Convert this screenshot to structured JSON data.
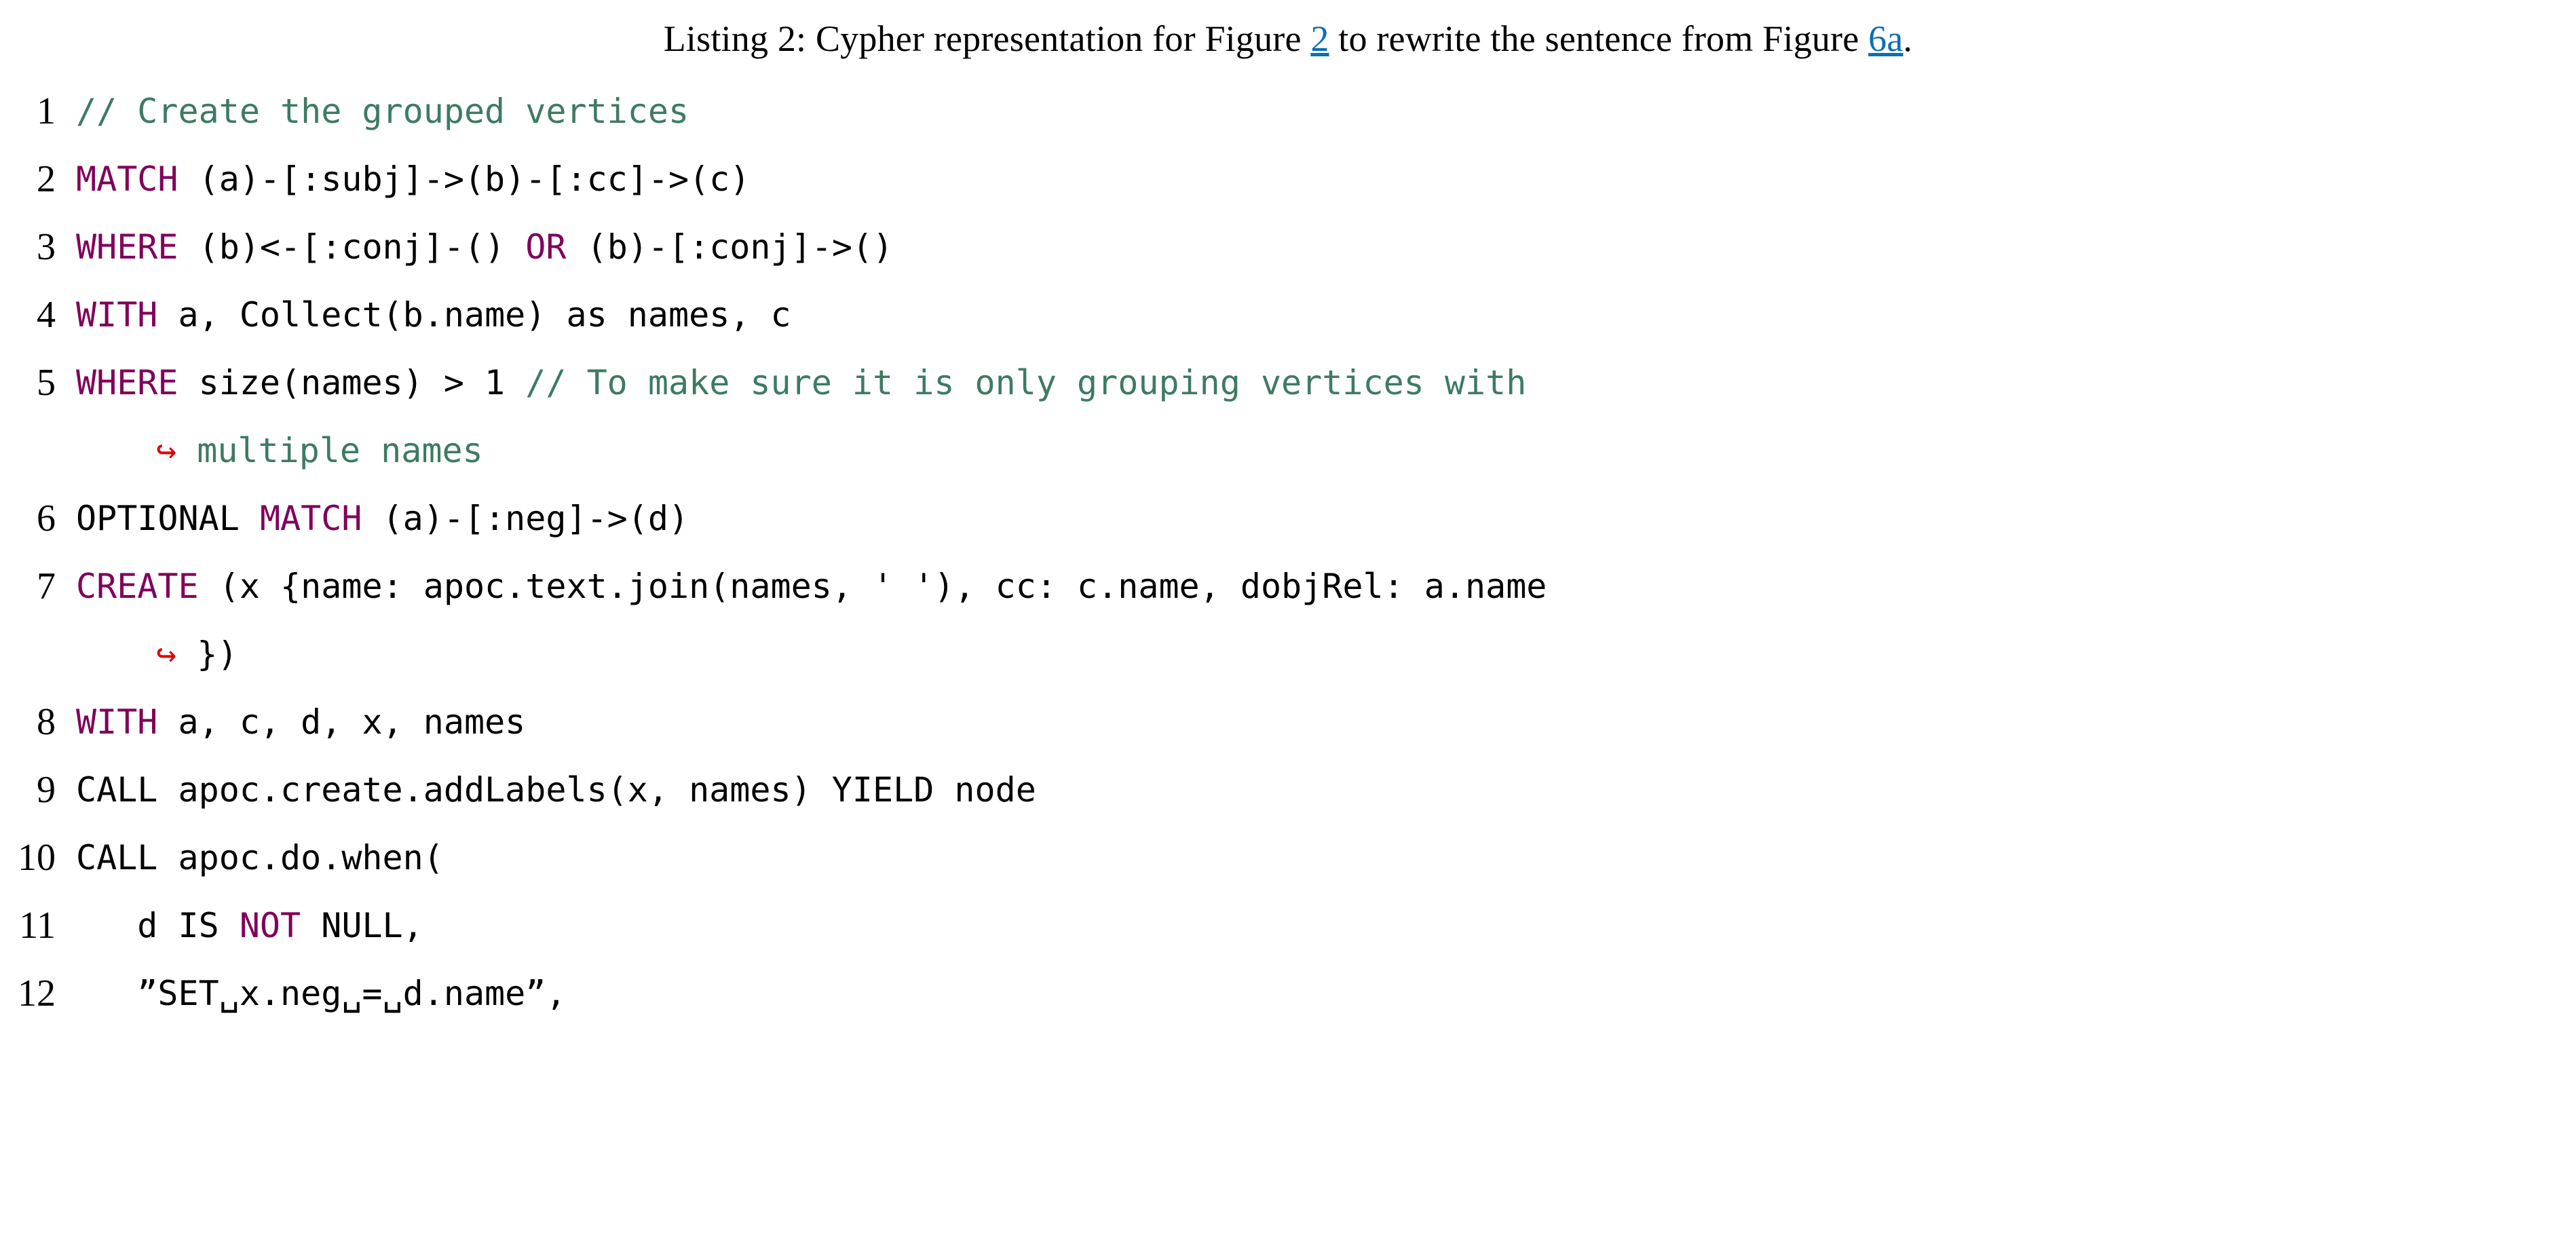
{
  "caption": {
    "prefix": "Listing 2: Cypher representation for Figure ",
    "ref1": "2",
    "middle": " to rewrite the sentence from Figure ",
    "ref2": "6a",
    "suffix": "."
  },
  "colors": {
    "keyword": "#80005A",
    "comment": "#3D7B62",
    "link": "#0B6FB4",
    "wrap_arrow": "#E00000",
    "text": "#000000",
    "background": "#ffffff"
  },
  "listing": {
    "language": "Cypher",
    "lines": [
      {
        "number": "1",
        "tokens": [
          {
            "text": "// Create the grouped vertices",
            "kind": "comment"
          }
        ]
      },
      {
        "number": "2",
        "tokens": [
          {
            "text": "MATCH",
            "kind": "keyword"
          },
          {
            "text": " (a)-[:subj]->(b)-[:cc]->(c)",
            "kind": "plain"
          }
        ]
      },
      {
        "number": "3",
        "tokens": [
          {
            "text": "WHERE",
            "kind": "keyword"
          },
          {
            "text": " (b)<-[:conj]-() ",
            "kind": "plain"
          },
          {
            "text": "OR",
            "kind": "keyword"
          },
          {
            "text": " (b)-[:conj]->()",
            "kind": "plain"
          }
        ]
      },
      {
        "number": "4",
        "tokens": [
          {
            "text": "WITH",
            "kind": "keyword"
          },
          {
            "text": " a, Collect(b.name) as names, c",
            "kind": "plain"
          }
        ]
      },
      {
        "number": "5",
        "tokens": [
          {
            "text": "WHERE",
            "kind": "keyword"
          },
          {
            "text": " size(names) > 1 ",
            "kind": "plain"
          },
          {
            "text": "// To make sure it is only grouping vertices with",
            "kind": "comment"
          }
        ]
      },
      {
        "number": "",
        "wrapped": true,
        "tokens": [
          {
            "text": "↪",
            "kind": "wrap-arrow"
          },
          {
            "text": " multiple names",
            "kind": "comment"
          }
        ]
      },
      {
        "number": "6",
        "tokens": [
          {
            "text": "OPTIONAL ",
            "kind": "plain"
          },
          {
            "text": "MATCH",
            "kind": "keyword"
          },
          {
            "text": " (a)-[:neg]->(d)",
            "kind": "plain"
          }
        ]
      },
      {
        "number": "7",
        "tokens": [
          {
            "text": "CREATE",
            "kind": "keyword"
          },
          {
            "text": " (x {name: apoc.text.join(names, ' '), cc: c.name, dobjRel: a.name",
            "kind": "plain"
          }
        ]
      },
      {
        "number": "",
        "wrapped": true,
        "tokens": [
          {
            "text": "↪",
            "kind": "wrap-arrow"
          },
          {
            "text": " })",
            "kind": "plain"
          }
        ]
      },
      {
        "number": "8",
        "tokens": [
          {
            "text": "WITH",
            "kind": "keyword"
          },
          {
            "text": " a, c, d, x, names",
            "kind": "plain"
          }
        ]
      },
      {
        "number": "9",
        "tokens": [
          {
            "text": "CALL apoc.create.addLabels(x, names) YIELD node",
            "kind": "plain"
          }
        ]
      },
      {
        "number": "10",
        "tokens": [
          {
            "text": "CALL apoc.do.when(",
            "kind": "plain"
          }
        ]
      },
      {
        "number": "11",
        "tokens": [
          {
            "text": "   d IS ",
            "kind": "plain"
          },
          {
            "text": "NOT",
            "kind": "keyword"
          },
          {
            "text": " NULL,",
            "kind": "plain"
          }
        ]
      },
      {
        "number": "12",
        "tokens": [
          {
            "text": "   ”SET␣x.neg␣=␣d.name”,",
            "kind": "plain"
          }
        ]
      }
    ]
  }
}
